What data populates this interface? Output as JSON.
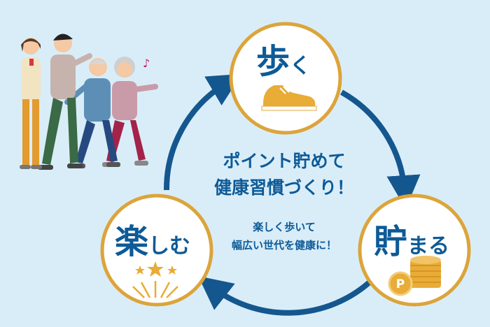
{
  "diagram": {
    "center": {
      "headline_line1": "ポイント貯めて",
      "headline_line2": "健康習慣づくり！",
      "sub_line1": "楽しく歩いて",
      "sub_line2": "幅広い世代を健康に！"
    },
    "nodes": [
      {
        "id": "walk",
        "kanji": "歩",
        "kana": "く",
        "icon": "sneaker-icon"
      },
      {
        "id": "save",
        "kanji": "貯",
        "kana": "まる",
        "icon": "coin-stack-icon"
      },
      {
        "id": "enjoy",
        "kanji": "楽",
        "kana": "しむ",
        "icon": "fireworks-icon"
      }
    ],
    "coin_letter": "P",
    "music_note": "♪"
  },
  "colors": {
    "background": "#d9edf8",
    "cycle_blue": "#14578f",
    "circle_border": "#dca43a",
    "accent_gold": "#e8ac37",
    "text_blue": "#0d5a97"
  }
}
